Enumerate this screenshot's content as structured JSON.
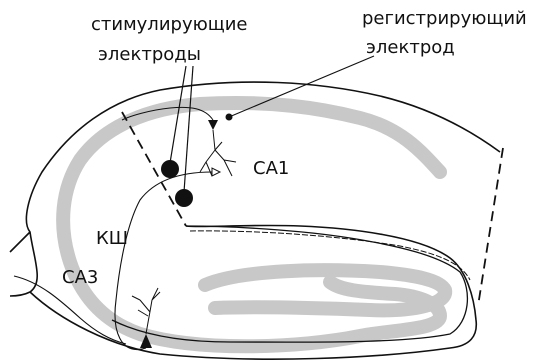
{
  "labels": {
    "stim_line1": "стимулирующие",
    "stim_line2": "электроды",
    "rec_line1": "регистрирующий",
    "rec_line2": "электрод",
    "ca1": "СА1",
    "ks": "КШ",
    "ca3": "СА3"
  }
}
